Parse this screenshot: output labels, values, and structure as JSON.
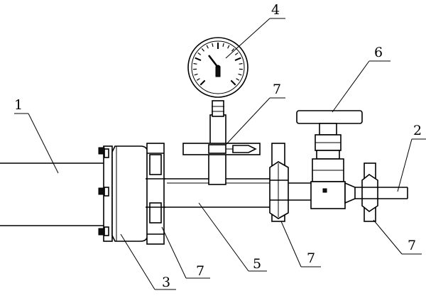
{
  "diagram": {
    "labels": {
      "pipe": "1",
      "outlet": "2",
      "flange": "3",
      "gauge": "4",
      "tube": "5",
      "valve": "6",
      "clamp_gauge": "7",
      "clamp_left": "7",
      "clamp_mid": "7",
      "clamp_right": "7"
    }
  }
}
